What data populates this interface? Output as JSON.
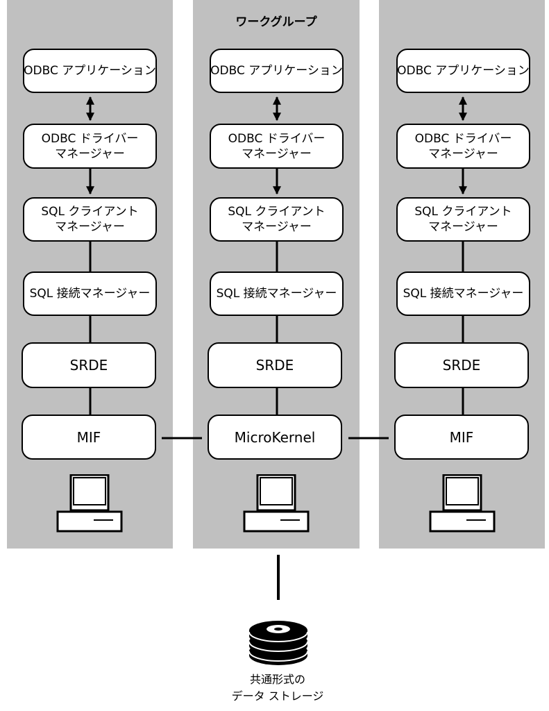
{
  "workgroup": {
    "title": "ワークグループ"
  },
  "columns": [
    {
      "odbc_app": "ODBC アプリケーション",
      "driver_manager": [
        "ODBC ドライバー",
        "マネージャー"
      ],
      "sql_client": [
        "SQL クライアント",
        "マネージャー"
      ],
      "sql_connection": "SQL 接続マネージャー",
      "srde": "SRDE",
      "engine": "MIF"
    },
    {
      "odbc_app": "ODBC アプリケーション",
      "driver_manager": [
        "ODBC ドライバー",
        "マネージャー"
      ],
      "sql_client": [
        "SQL クライアント",
        "マネージャー"
      ],
      "sql_connection": "SQL 接続マネージャー",
      "srde": "SRDE",
      "engine": "MicroKernel"
    },
    {
      "odbc_app": "ODBC アプリケーション",
      "driver_manager": [
        "ODBC ドライバー",
        "マネージャー"
      ],
      "sql_client": [
        "SQL クライアント",
        "マネージャー"
      ],
      "sql_connection": "SQL 接続マネージャー",
      "srde": "SRDE",
      "engine": "MIF"
    }
  ],
  "storage": {
    "label": [
      "共通形式の",
      "データ ストレージ"
    ]
  },
  "icons": {
    "computer": "computer-icon",
    "storage": "disk-storage-icon",
    "arrow": "double-arrow-icon"
  },
  "colors": {
    "panel": "#c0c0c0",
    "box": "#ffffff",
    "line": "#000000"
  }
}
